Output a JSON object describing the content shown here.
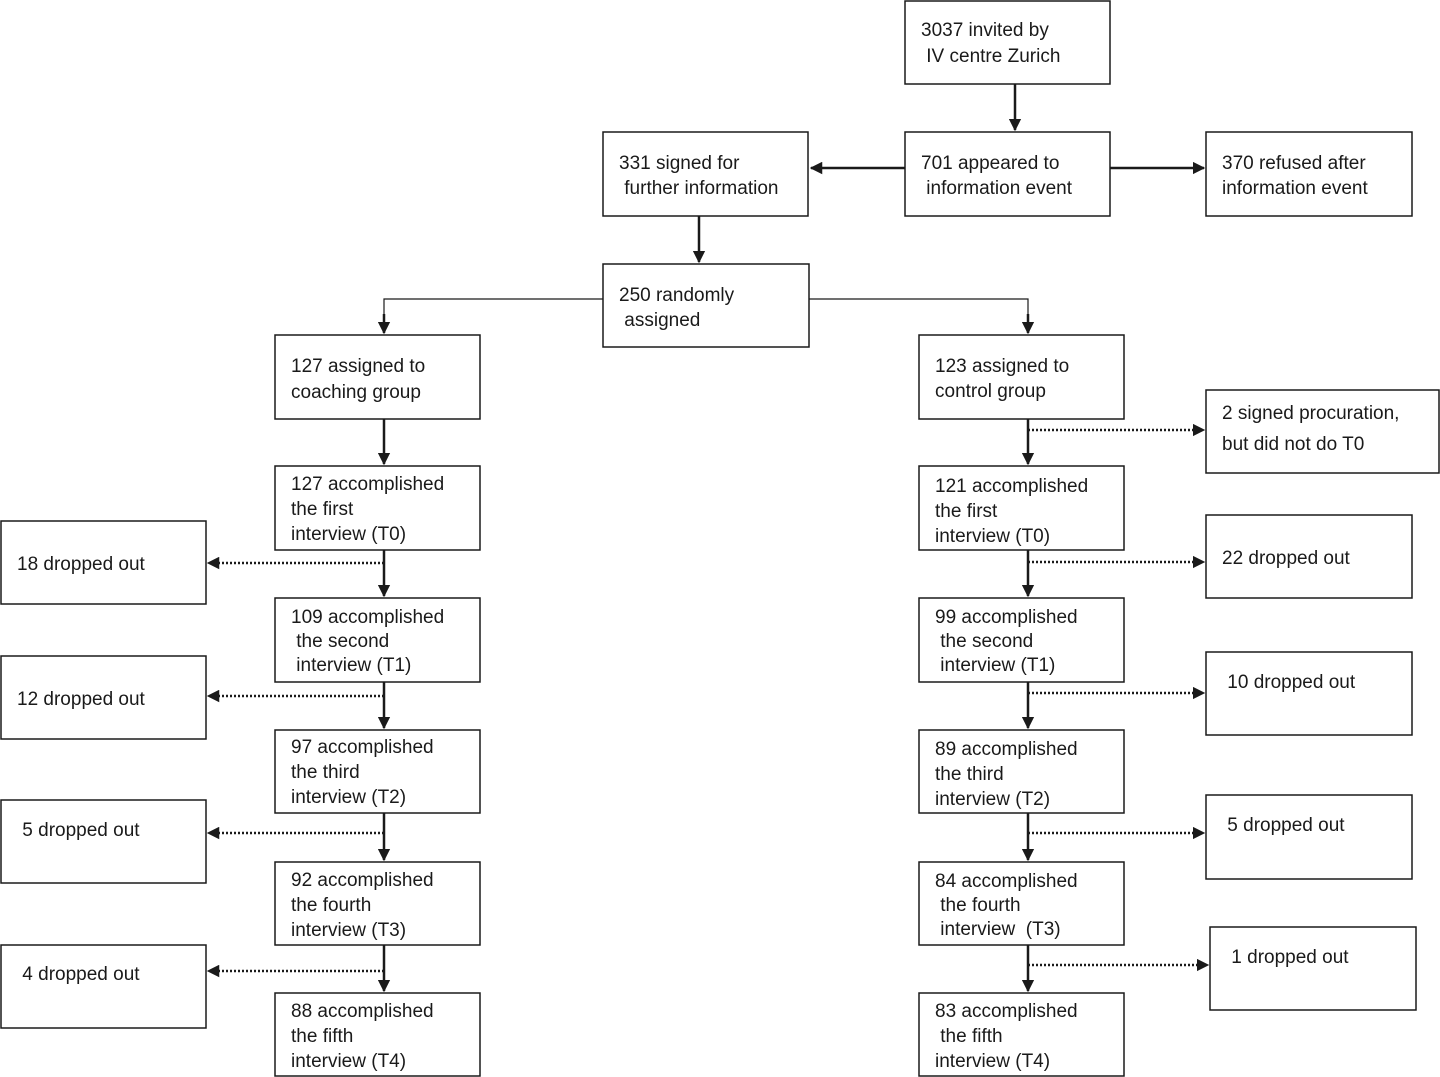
{
  "nodes": {
    "invited": [
      "3037 invited by",
      " IV centre Zurich"
    ],
    "appeared": [
      "701 appeared to",
      " information event"
    ],
    "signed": [
      "331 signed for",
      " further information"
    ],
    "refused": [
      "370 refused after",
      "information event"
    ],
    "randomized": [
      "250 randomly",
      " assigned"
    ],
    "coaching": [
      "127 assigned to",
      "coaching group"
    ],
    "control": [
      "123 assigned to",
      "control group"
    ],
    "procuration": [
      "2 signed procuration,",
      "but did not do T0"
    ],
    "coaching_t0": [
      "127 accomplished",
      "the first",
      "interview (T0)"
    ],
    "coaching_t1": [
      "109 accomplished",
      " the second",
      " interview (T1)"
    ],
    "coaching_t2": [
      "97 accomplished",
      "the third",
      "interview (T2)"
    ],
    "coaching_t3": [
      "92 accomplished",
      "the fourth",
      "interview (T3)"
    ],
    "coaching_t4": [
      "88 accomplished",
      "the fifth",
      "interview (T4)"
    ],
    "coaching_drop_1": [
      "18 dropped out"
    ],
    "coaching_drop_2": [
      "12 dropped out"
    ],
    "coaching_drop_3": [
      " 5 dropped out"
    ],
    "coaching_drop_4": [
      " 4 dropped out"
    ],
    "control_t0": [
      "121 accomplished",
      "the first",
      "interview (T0)"
    ],
    "control_t1": [
      "99 accomplished",
      " the second",
      " interview (T1)"
    ],
    "control_t2": [
      "89 accomplished",
      "the third",
      "interview (T2)"
    ],
    "control_t3": [
      "84 accomplished",
      " the fourth",
      " interview  (T3)"
    ],
    "control_t4": [
      "83 accomplished",
      " the fifth",
      "interview (T4)"
    ],
    "control_drop_1": [
      "22 dropped out"
    ],
    "control_drop_2": [
      " 10 dropped out"
    ],
    "control_drop_3": [
      " 5 dropped out"
    ],
    "control_drop_4": [
      " 1 dropped out"
    ]
  }
}
